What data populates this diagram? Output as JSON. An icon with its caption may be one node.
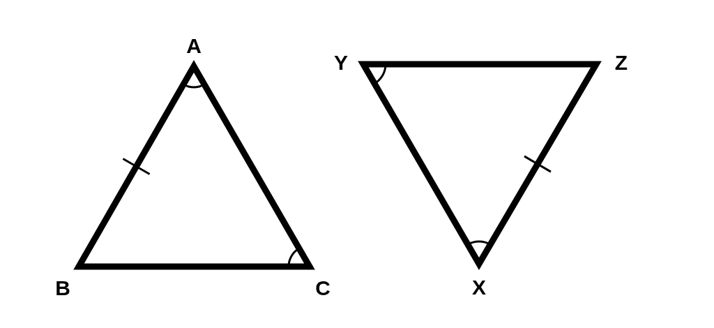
{
  "diagram": {
    "labels": [
      "A",
      "Y",
      "Z",
      "B",
      "C",
      "X"
    ]
  }
}
